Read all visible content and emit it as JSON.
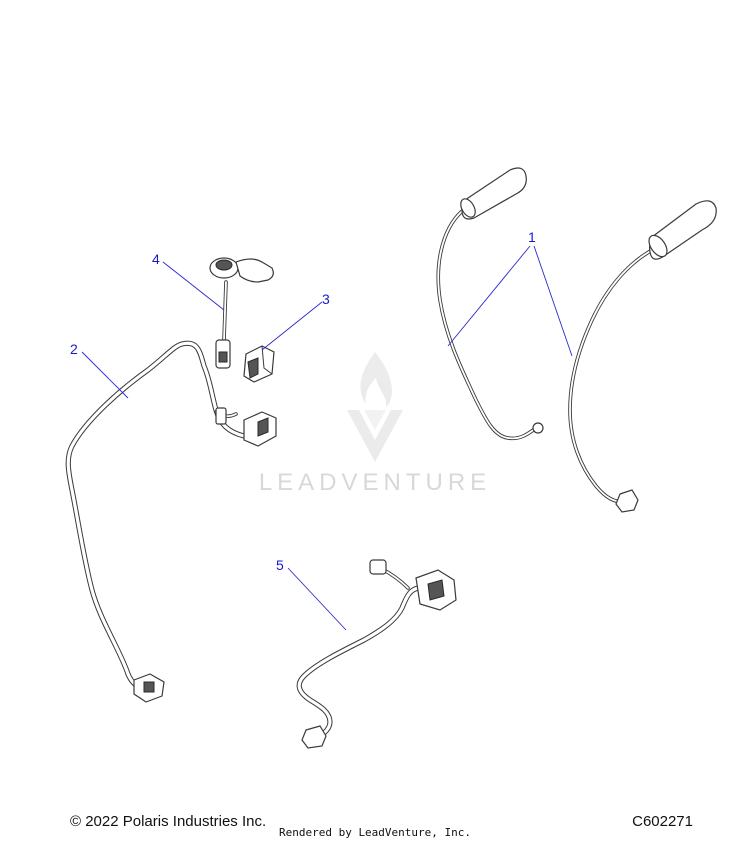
{
  "watermark": {
    "brand": "LEADVENTURE"
  },
  "callouts": [
    {
      "id": "1",
      "label": "1"
    },
    {
      "id": "2",
      "label": "2"
    },
    {
      "id": "3",
      "label": "3"
    },
    {
      "id": "4",
      "label": "4"
    },
    {
      "id": "5",
      "label": "5"
    }
  ],
  "footer": {
    "copyright": "© 2022 Polaris Industries Inc.",
    "rendered_by": "Rendered by LeadVenture, Inc.",
    "figure_code": "C602271"
  },
  "colors": {
    "callout": "#1a1acc",
    "line": "#3a3a3a",
    "watermark": "#d8d8d8"
  }
}
